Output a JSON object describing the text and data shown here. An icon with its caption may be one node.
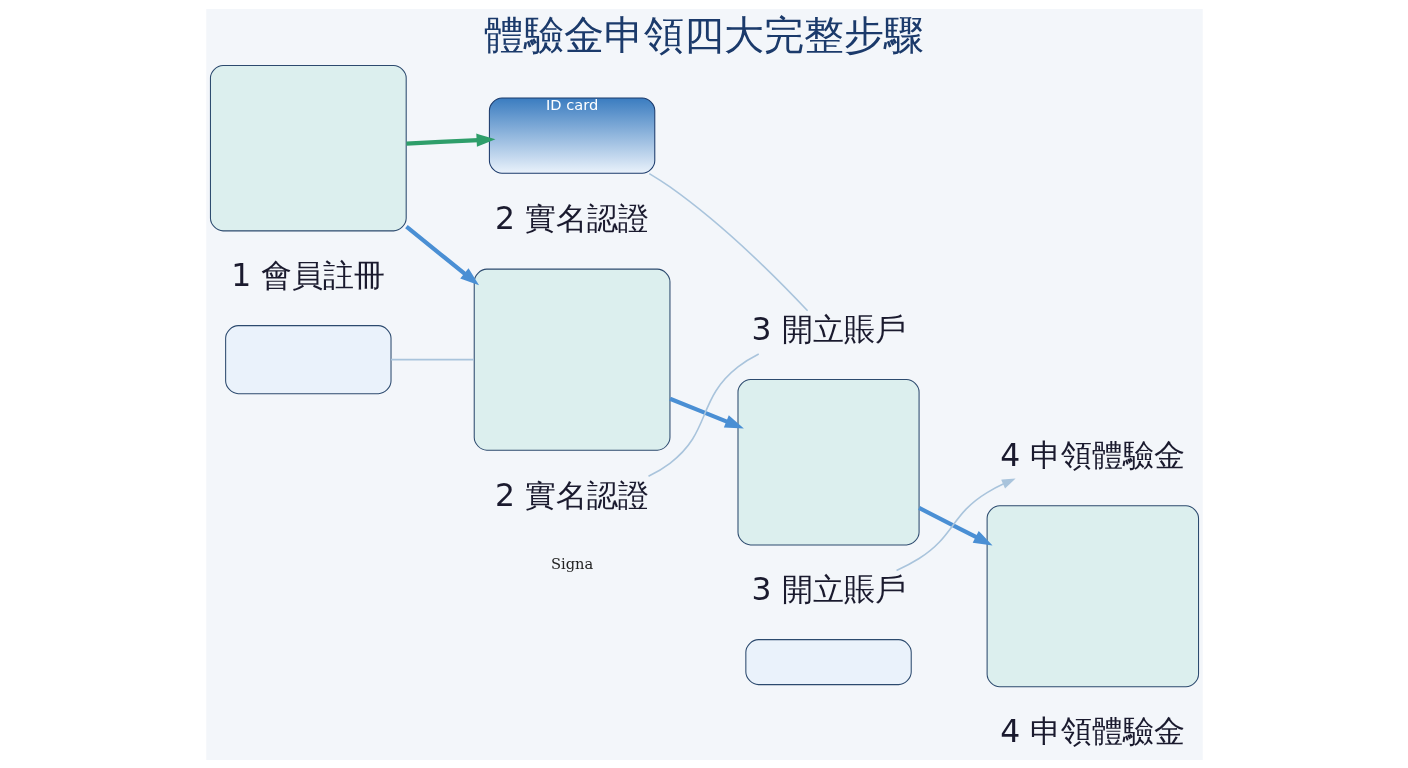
{
  "diagram": {
    "title": "體驗金申領四大完整步驟",
    "nodes": [
      {
        "text": [],
        "shape": "box"
      },
      {
        "text": [
          "ID card"
        ]
      },
      {
        "text": [
          "2 實名認證"
        ]
      },
      {
        "text": [
          "1 會員註冊"
        ]
      },
      {
        "text": [],
        "shape": "box"
      },
      {
        "text": [],
        "shape": "box"
      },
      {
        "text": [
          "2 實名認證"
        ]
      },
      {
        "text": [
          "3 開立賬戶"
        ]
      },
      {
        "text": [],
        "shape": "box"
      },
      {
        "text": [
          "3 開立賬戶"
        ]
      },
      {
        "text": [],
        "shape": "box"
      },
      {
        "text": [
          "4 申領體驗金"
        ]
      },
      {
        "text": [],
        "shape": "box"
      },
      {
        "text": [
          "4 申領體驗金"
        ]
      }
    ],
    "edges": [
      {
        "from": 0,
        "to": 1,
        "arrow": "to",
        "style": "thick",
        "color": "#2e9e6a"
      },
      {
        "from": 1,
        "to": 7,
        "arrow": "none"
      },
      {
        "from": 4,
        "to": 5,
        "arrow": "none"
      },
      {
        "from": 0,
        "to": 5,
        "arrow": "to",
        "style": "thick",
        "color": "#4a8fd4"
      },
      {
        "from": 6,
        "to": 7,
        "arrow": "none"
      },
      {
        "from": 5,
        "to": 8,
        "arrow": "to",
        "style": "thick",
        "color": "#4a8fd4"
      },
      {
        "from": 9,
        "to": 11,
        "arrow": "to"
      },
      {
        "from": 8,
        "to": 12,
        "arrow": "to",
        "style": "thick",
        "color": "#4a8fd4"
      }
    ],
    "labels": [
      "Signa"
    ]
  }
}
